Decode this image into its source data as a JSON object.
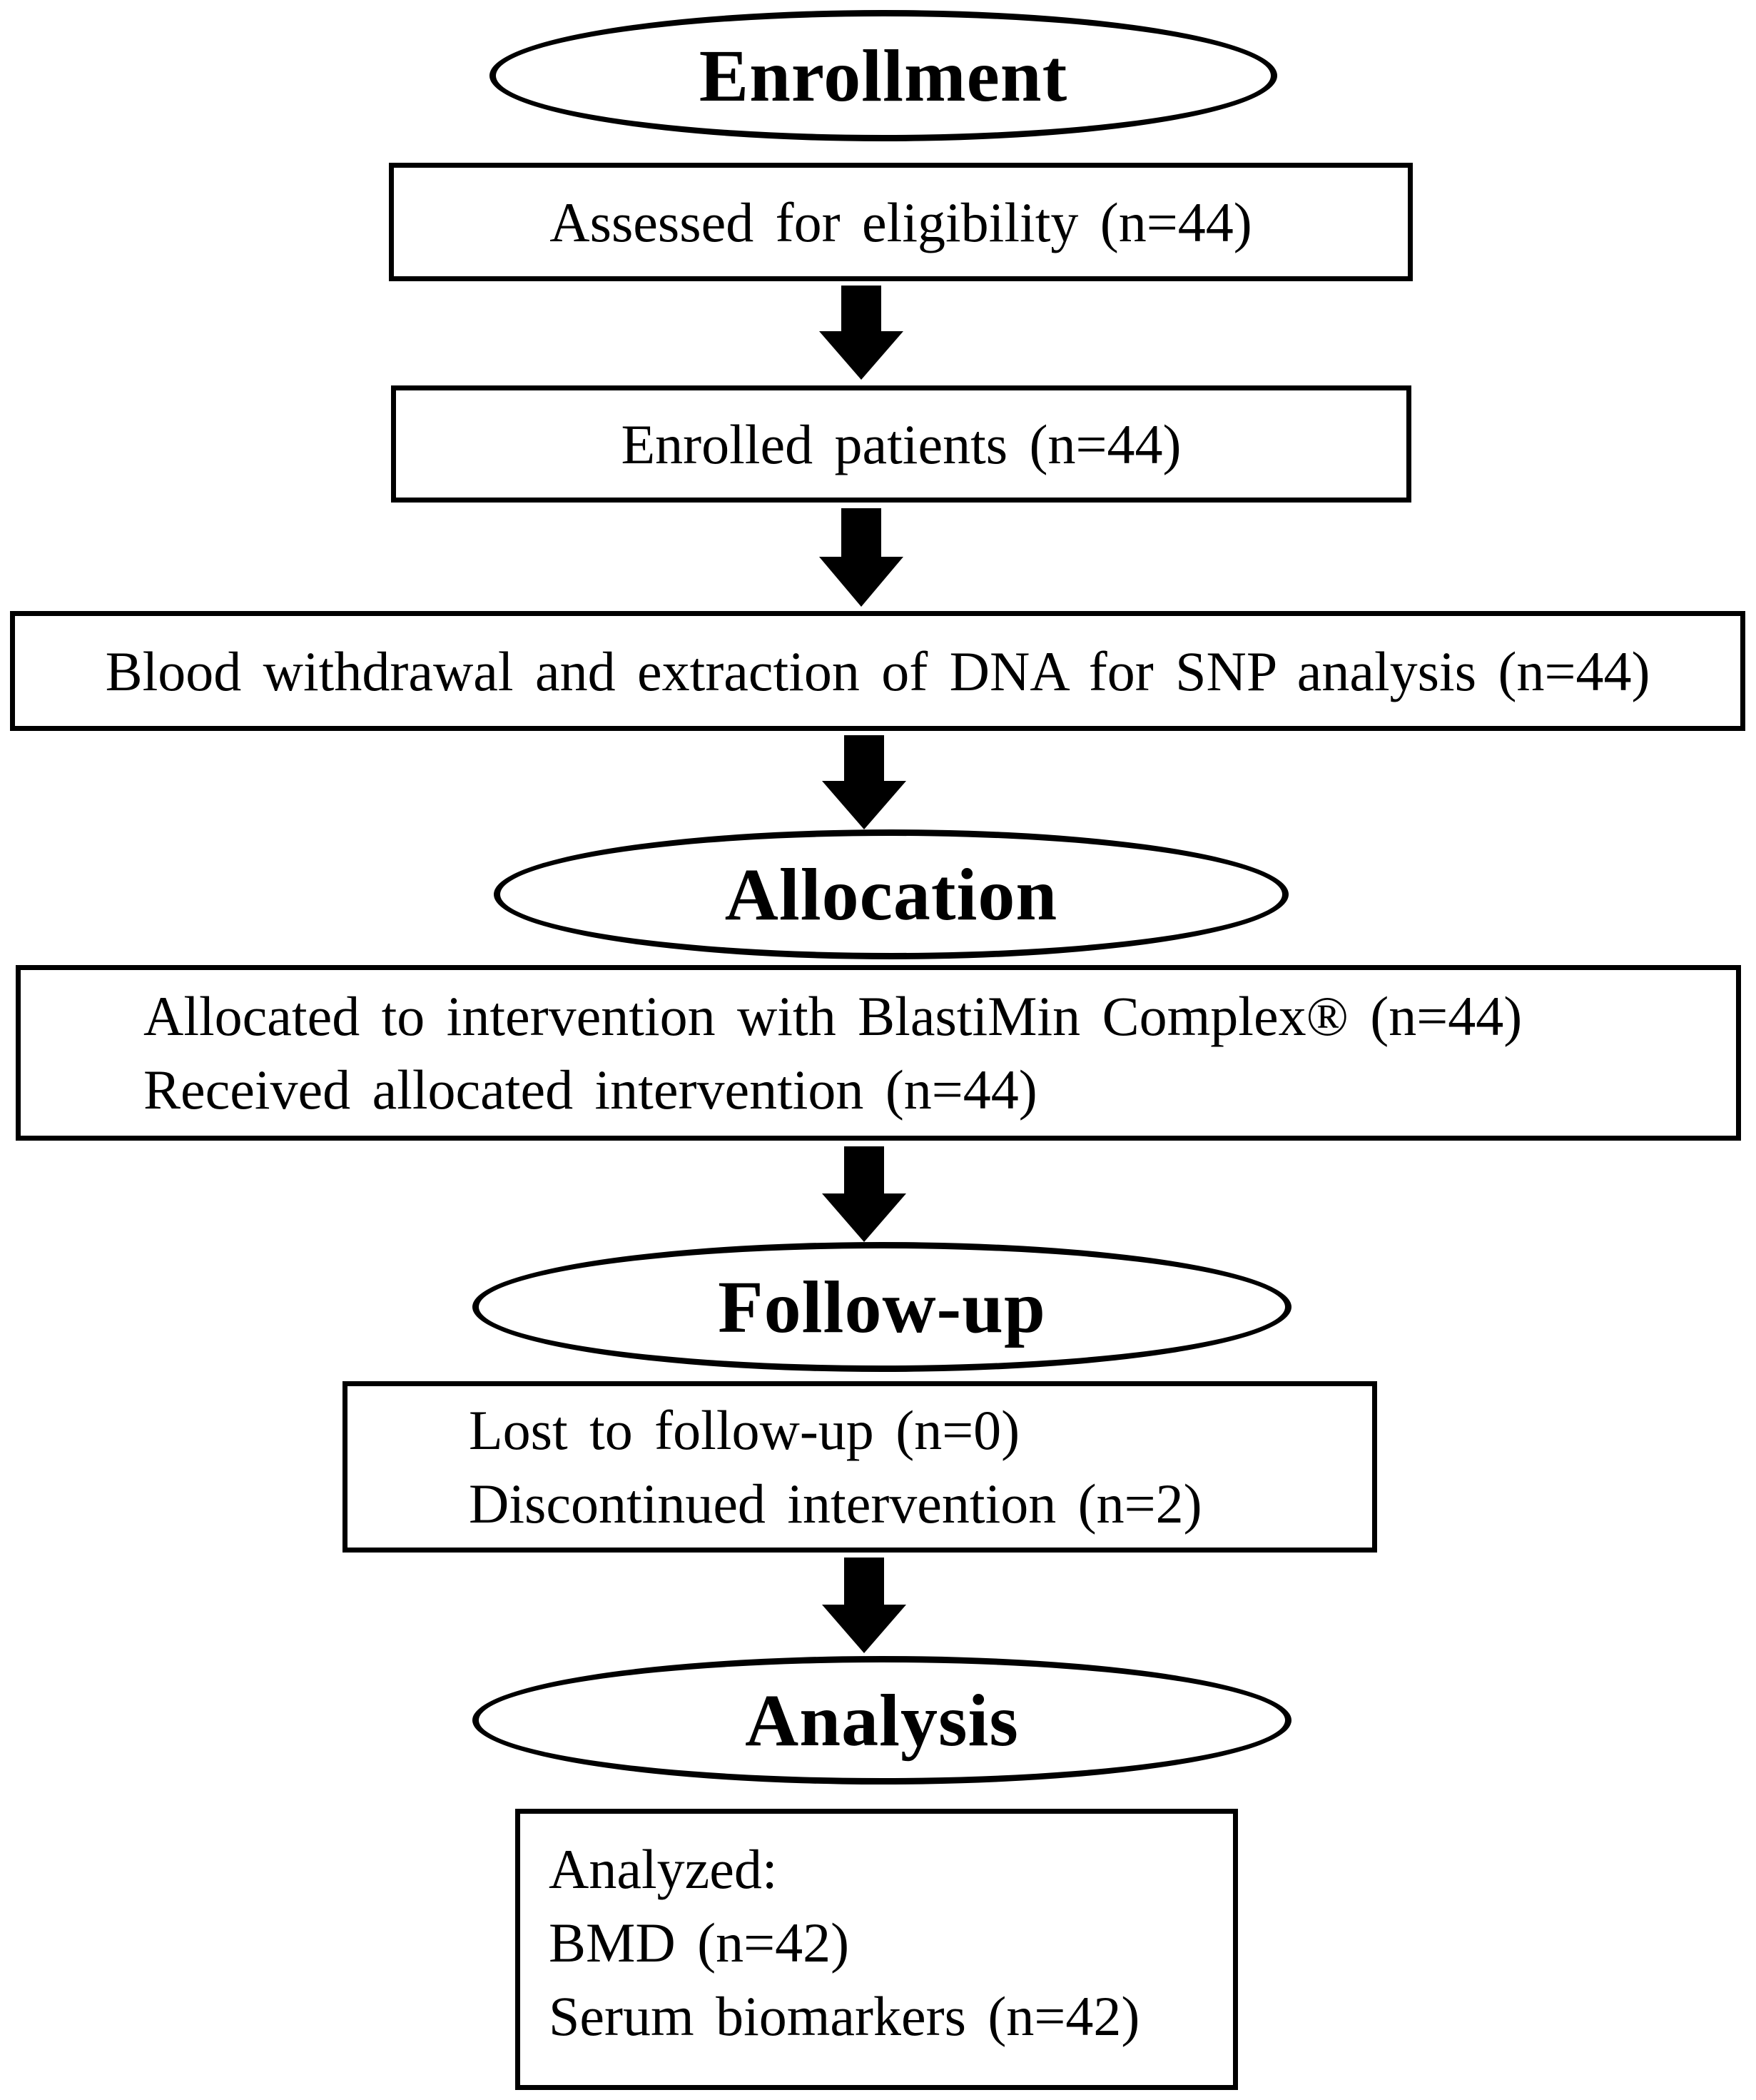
{
  "colors": {
    "ink": "#000000",
    "paper": "#ffffff"
  },
  "nodes": {
    "enrollment": {
      "label": "Enrollment"
    },
    "assessed": {
      "lines": [
        "Assessed for eligibility (n=44)"
      ]
    },
    "enrolled": {
      "lines": [
        "Enrolled patients (n=44)"
      ]
    },
    "blood_withdrawal": {
      "lines": [
        "Blood withdrawal and extraction of DNA for SNP analysis (n=44)"
      ]
    },
    "allocation": {
      "label": "Allocation"
    },
    "allocated": {
      "lines": [
        "Allocated to intervention with BlastiMin Complex® (n=44)",
        "Received allocated intervention (n=44)"
      ]
    },
    "follow_up": {
      "label": "Follow-up"
    },
    "lost": {
      "lines": [
        "Lost to follow-up (n=0)",
        "Discontinued intervention (n=2)"
      ]
    },
    "analysis": {
      "label": "Analysis"
    },
    "analyzed": {
      "lines": [
        "Analyzed:",
        "BMD (n=42)",
        "Serum biomarkers (n=42)"
      ]
    }
  }
}
